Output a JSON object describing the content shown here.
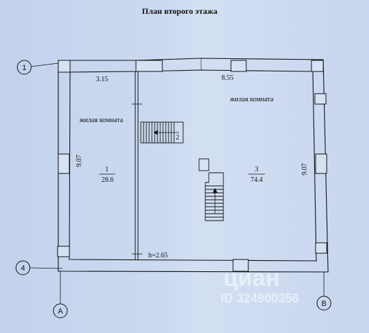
{
  "title": "План второго этажа",
  "axes": {
    "row_top": "1",
    "row_bottom": "4",
    "col_left": "A",
    "col_right": "B"
  },
  "dimensions": {
    "top_left": "3.15",
    "top_right": "8.55",
    "left_side": "9.07",
    "right_side": "9.07",
    "height": "h=2.65"
  },
  "rooms": [
    {
      "name": "жилая комната",
      "number": "1",
      "area": "28.6"
    },
    {
      "name": "жилая комната",
      "number": "3",
      "area": "74.4"
    }
  ],
  "stair_number": "2",
  "watermark": {
    "brand": "циан",
    "id": "ID 324900356"
  },
  "colors": {
    "paper": "#c9d7ee",
    "ink": "#111111",
    "watermark": "#ffffff"
  }
}
